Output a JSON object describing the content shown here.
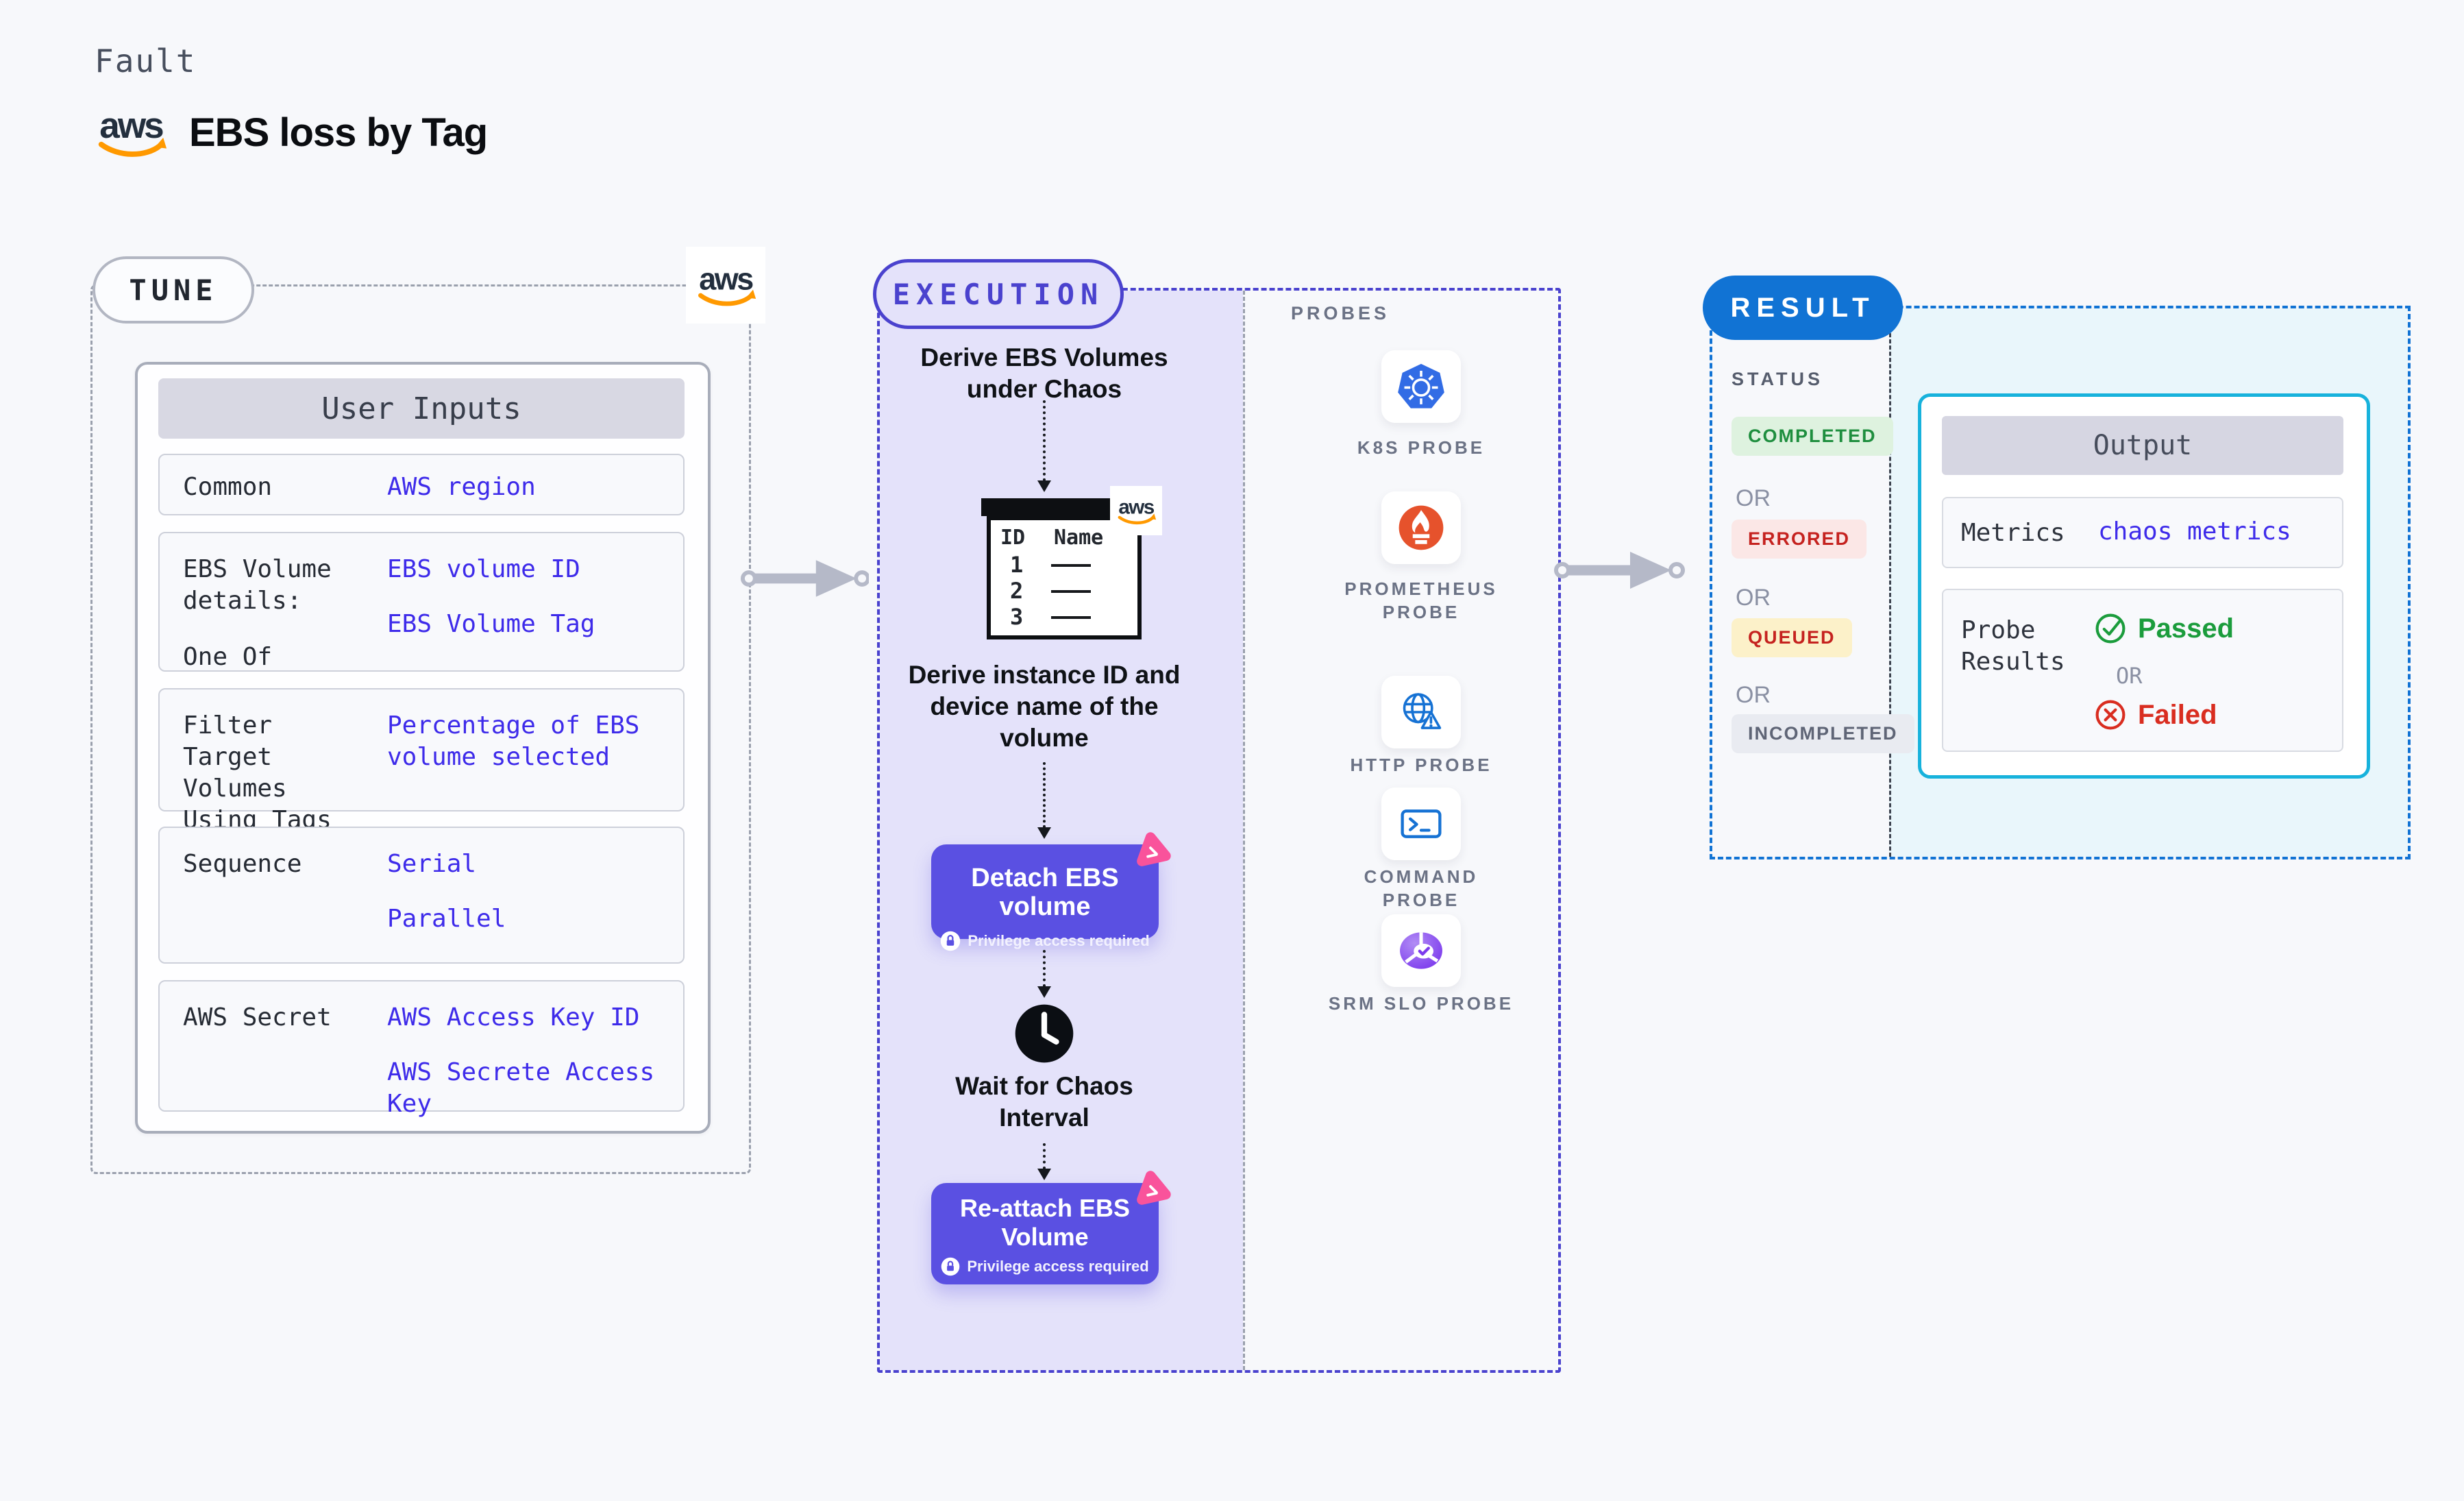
{
  "page": {
    "category_label": "Fault",
    "title": "EBS loss by Tag",
    "aws_logo_text": "aws"
  },
  "tune": {
    "badge": "TUNE",
    "user_inputs": {
      "header": "User Inputs",
      "rows": [
        {
          "label": "Common",
          "values": [
            "AWS region"
          ]
        },
        {
          "label": "EBS Volume details:",
          "label2": "One Of",
          "values": [
            "EBS volume ID",
            "EBS Volume Tag"
          ]
        },
        {
          "label": "Filter Target Volumes Using Tags",
          "values": [
            "Percentage of EBS volume selected"
          ]
        },
        {
          "label": "Sequence",
          "values": [
            "Serial",
            "Parallel"
          ]
        },
        {
          "label": "AWS Secret",
          "values": [
            "AWS Access Key ID",
            "AWS Secrete Access Key"
          ]
        }
      ]
    }
  },
  "execution": {
    "badge": "EXECUTION",
    "flow": {
      "step1": "Derive EBS Volumes under Chaos",
      "volumes_table": {
        "columns": [
          "ID",
          "Name"
        ],
        "row_ids": [
          "1",
          "2",
          "3"
        ]
      },
      "step2": "Derive instance ID and device name of the volume",
      "detach": {
        "title": "Detach EBS volume",
        "note": "Privilege access required"
      },
      "wait": "Wait for Chaos Interval",
      "reattach": {
        "title": "Re-attach EBS Volume",
        "note": "Privilege access required"
      }
    },
    "probes": {
      "label": "PROBES",
      "items": [
        {
          "name": "K8S PROBE",
          "icon": "kubernetes-icon"
        },
        {
          "name": "PROMETHEUS PROBE",
          "icon": "prometheus-icon"
        },
        {
          "name": "HTTP PROBE",
          "icon": "http-globe-icon"
        },
        {
          "name": "COMMAND PROBE",
          "icon": "terminal-icon"
        },
        {
          "name": "SRM SLO PROBE",
          "icon": "slo-chart-icon"
        }
      ]
    }
  },
  "result": {
    "badge": "RESULT",
    "status": {
      "label": "STATUS",
      "or": "OR",
      "items": [
        "COMPLETED",
        "ERRORED",
        "QUEUED",
        "INCOMPLETED"
      ]
    },
    "output": {
      "header": "Output",
      "metrics_label": "Metrics",
      "metrics_value": "chaos metrics",
      "probe_results_label": "Probe Results",
      "passed": "Passed",
      "or": "OR",
      "failed": "Failed"
    }
  },
  "colors": {
    "aws_navy": "#232F3E",
    "aws_orange": "#FF9900",
    "value_blue": "#3E2BEA",
    "execution_indigo": "#4A42CE",
    "button_indigo": "#5A50E2",
    "result_blue": "#1173D4",
    "output_border_cyan": "#17B2DC",
    "completed_green": "#1E8E3E",
    "errored_red": "#C5221F",
    "passed_green": "#1B9C3C",
    "failed_red": "#D92D20",
    "pink_badge": "#F9539B"
  }
}
